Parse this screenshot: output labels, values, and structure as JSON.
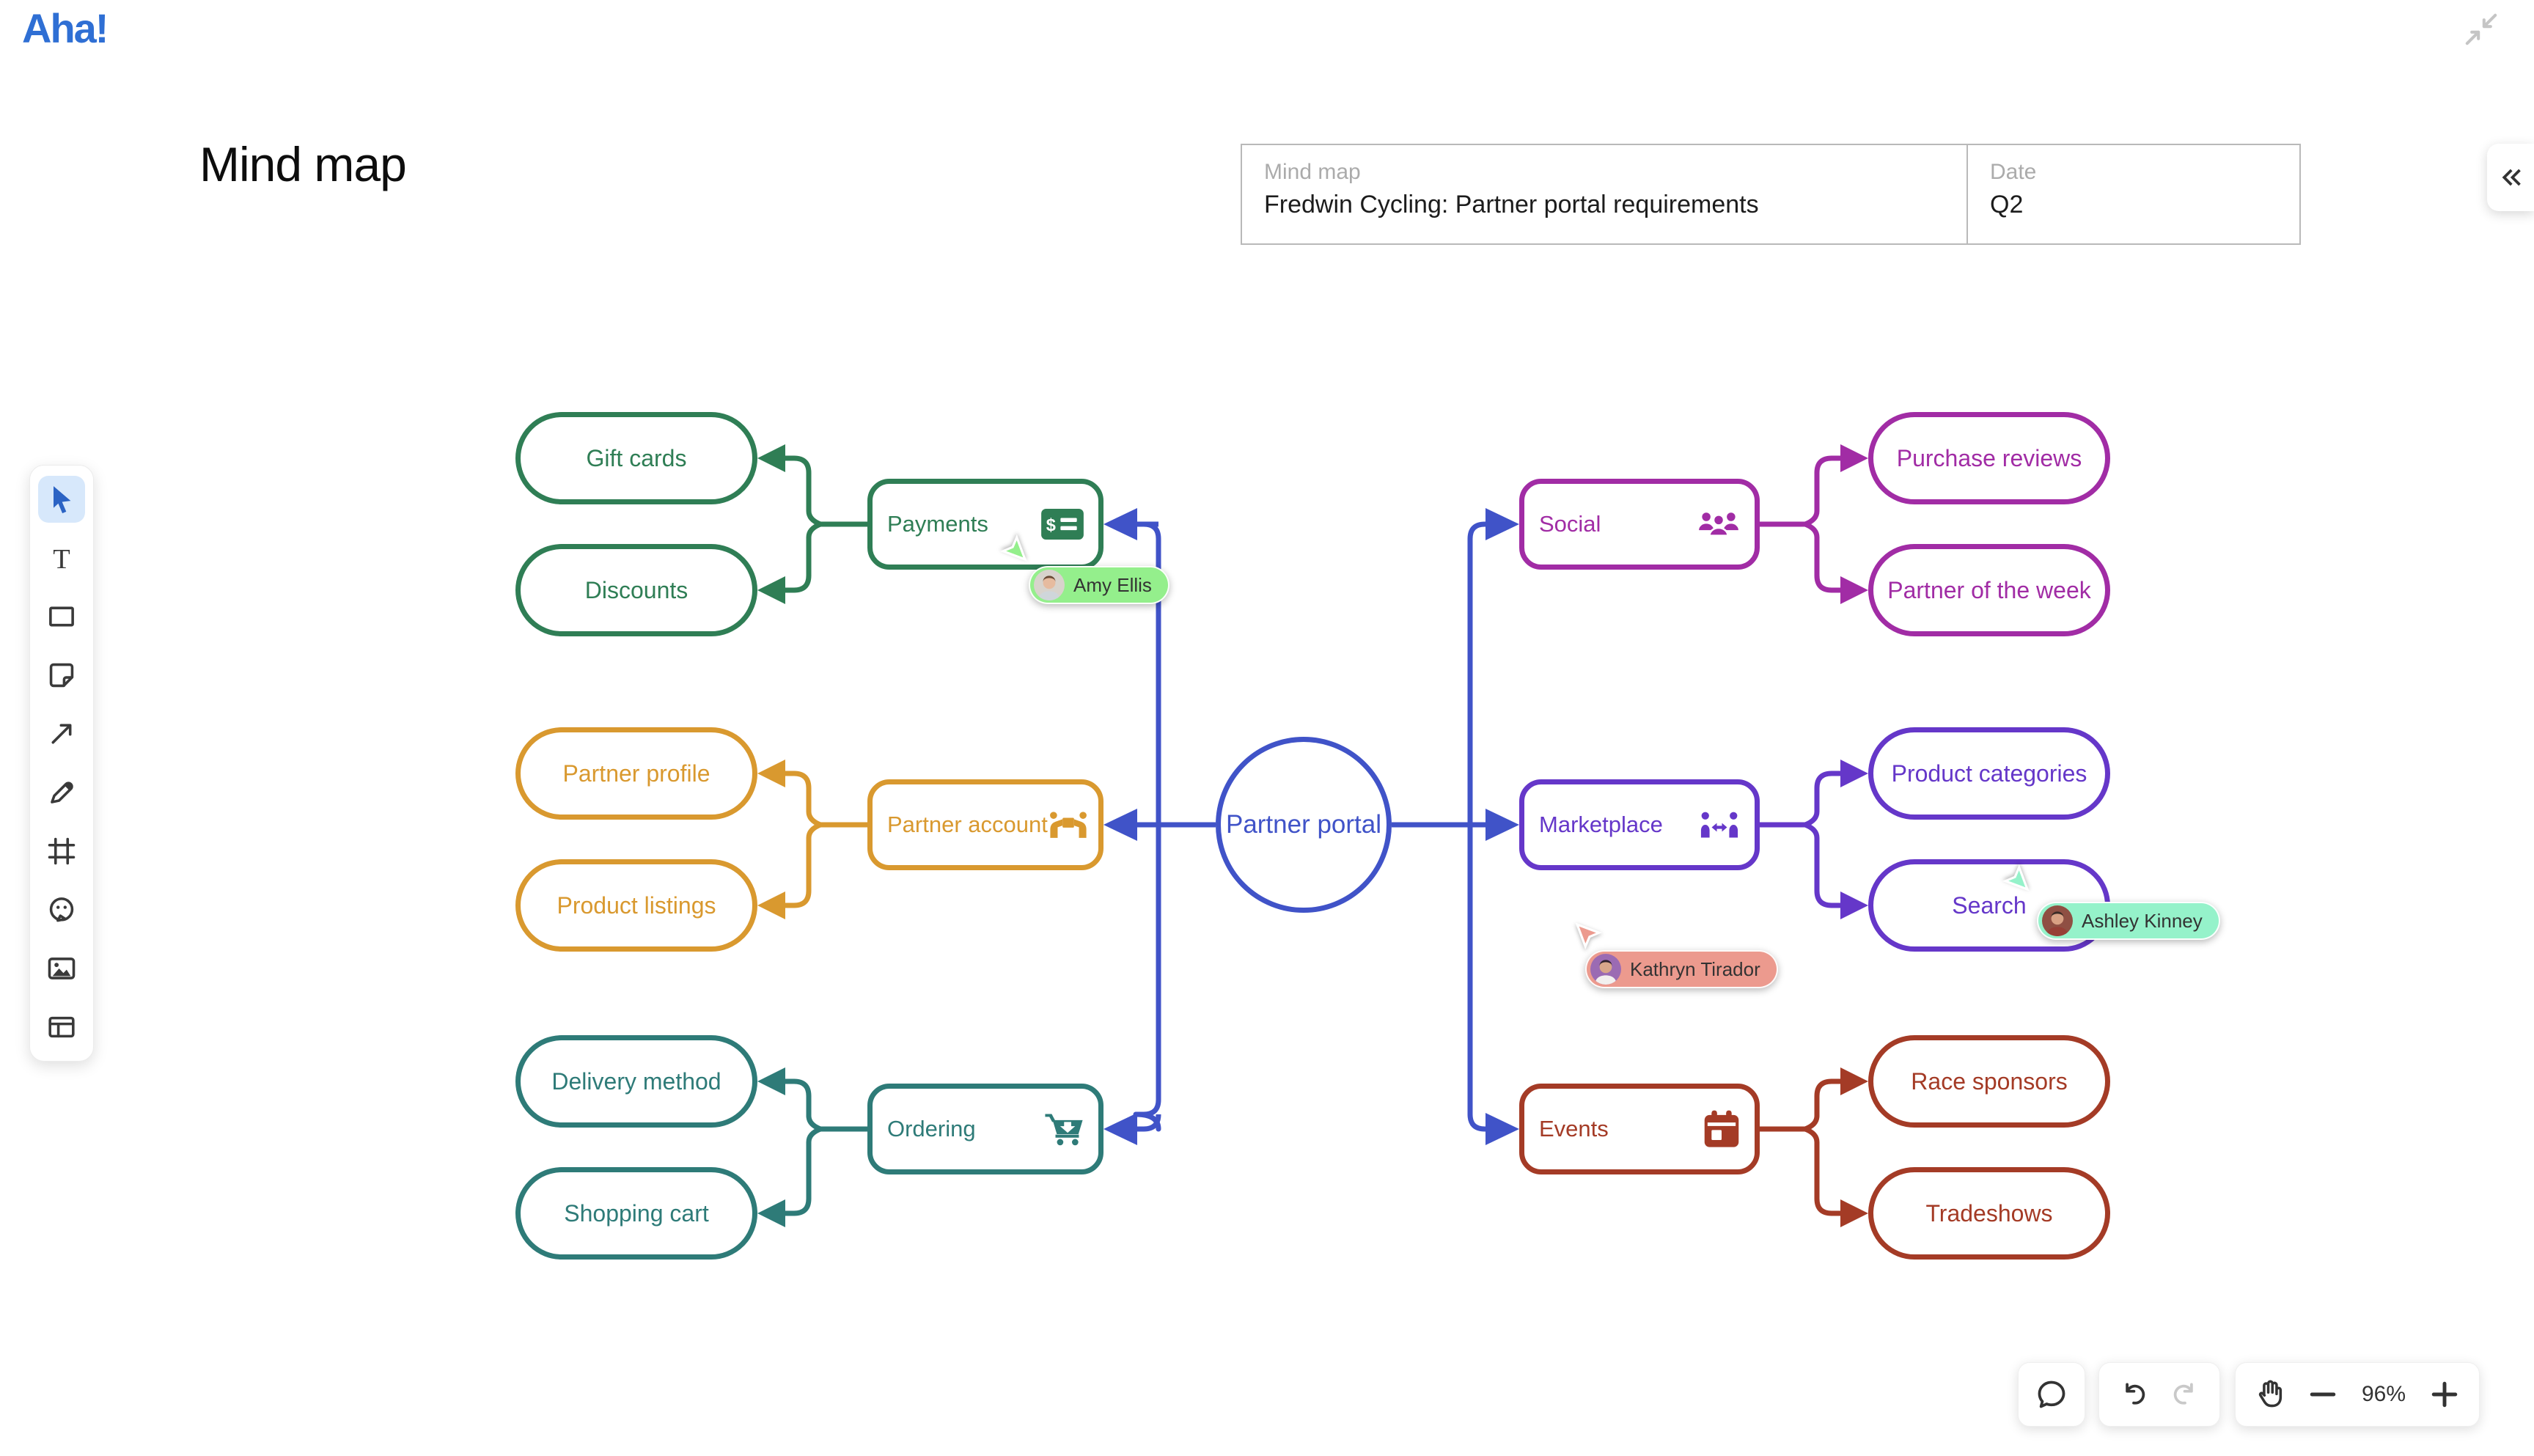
{
  "app": {
    "logo_text": "Aha!",
    "brand_color": "#2F6FD4",
    "canvas_title": "Mind map",
    "background": "#ffffff"
  },
  "header_form": {
    "fields": [
      {
        "label": "Mind map",
        "value": "Fredwin Cycling: Partner portal requirements"
      },
      {
        "label": "Date",
        "value": "Q2"
      }
    ]
  },
  "tool_palette": {
    "active_tool": "select",
    "tools": [
      {
        "name": "select",
        "icon": "cursor-icon"
      },
      {
        "name": "text",
        "icon": "text-icon"
      },
      {
        "name": "shape",
        "icon": "rectangle-icon"
      },
      {
        "name": "sticky-note",
        "icon": "sticky-note-icon"
      },
      {
        "name": "connector",
        "icon": "arrow-icon"
      },
      {
        "name": "draw",
        "icon": "pencil-icon"
      },
      {
        "name": "frame",
        "icon": "frame-icon"
      },
      {
        "name": "sticker",
        "icon": "sticker-icon"
      },
      {
        "name": "image",
        "icon": "image-icon"
      },
      {
        "name": "template",
        "icon": "template-icon"
      }
    ]
  },
  "mindmap": {
    "connector_color": "#4053C8",
    "center": {
      "label": "Partner portal",
      "color": "#4053C8"
    },
    "branches": [
      {
        "label": "Payments",
        "icon": "money-check-icon",
        "color": "#2F7E55",
        "side": "left",
        "children": [
          "Gift cards",
          "Discounts"
        ]
      },
      {
        "label": "Partner account",
        "icon": "people-carry-icon",
        "color": "#D9992F",
        "side": "left",
        "children": [
          "Partner profile",
          "Product listings"
        ]
      },
      {
        "label": "Ordering",
        "icon": "cart-arrow-down-icon",
        "color": "#2E7B78",
        "side": "left",
        "children": [
          "Delivery method",
          "Shopping cart"
        ]
      },
      {
        "label": "Social",
        "icon": "users-icon",
        "color": "#A12CA5",
        "side": "right",
        "children": [
          "Purchase reviews",
          "Partner of the week"
        ]
      },
      {
        "label": "Marketplace",
        "icon": "people-arrows-icon",
        "color": "#6537C9",
        "side": "right",
        "children": [
          "Product categories",
          "Search"
        ]
      },
      {
        "label": "Events",
        "icon": "calendar-icon",
        "color": "#A43B26",
        "side": "right",
        "children": [
          "Race sponsors",
          "Tradeshows"
        ]
      }
    ]
  },
  "collaborators": [
    {
      "name": "Amy Ellis",
      "color": "#94EF8C"
    },
    {
      "name": "Kathryn Tirador",
      "color": "#EC9A8E"
    },
    {
      "name": "Ashley Kinney",
      "color": "#95F2CA"
    }
  ],
  "footer_controls": {
    "comment_icon": "comment-bubble-icon",
    "undo_icon": "undo-icon",
    "redo_icon": "redo-icon",
    "pan_icon": "hand-icon",
    "zoom_out_icon": "minus-icon",
    "zoom_level": "96%",
    "zoom_in_icon": "plus-icon"
  },
  "window_controls": {
    "minimize_icon": "collapse-arrows-icon",
    "panel_toggle_icon": "double-chevron-left-icon"
  }
}
